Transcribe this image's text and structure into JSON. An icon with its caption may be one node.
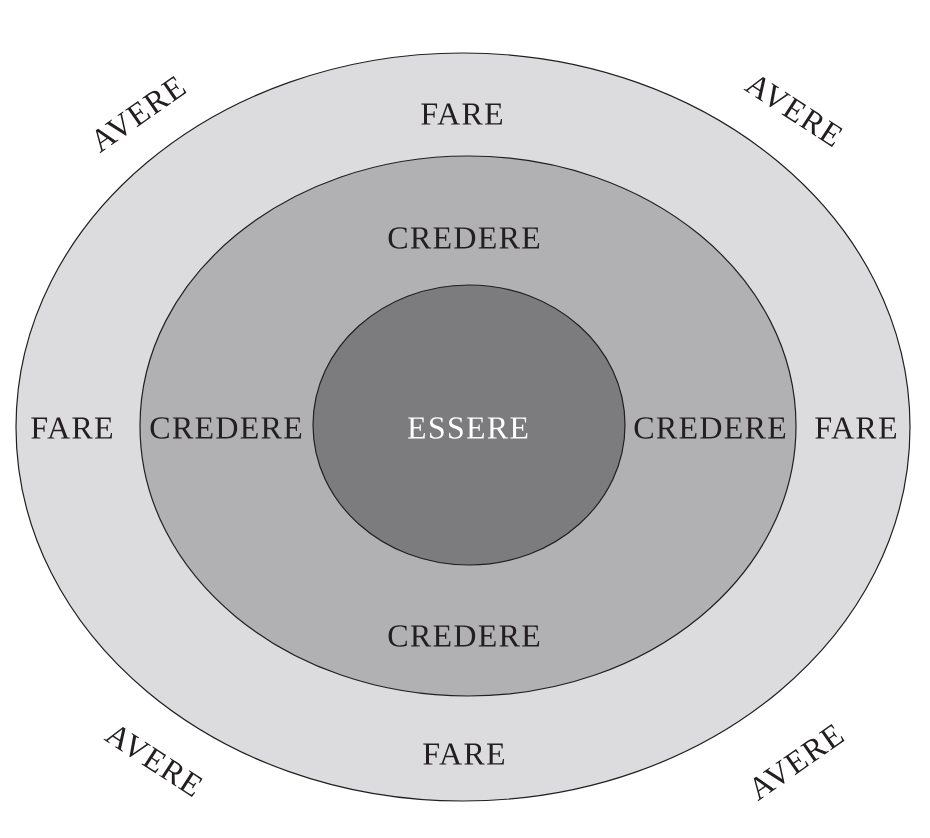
{
  "diagram": {
    "nodes": [
      {
        "text": [
          "FARE",
          "FARE",
          "FARE",
          "FARE"
        ]
      },
      {
        "text": [
          "CREDERE",
          "CREDERE",
          "CREDERE",
          "CREDERE"
        ],
        "in": 0
      },
      {
        "text": [
          "ESSERE"
        ],
        "in": 1
      }
    ],
    "labels": [
      "AVERE",
      "AVERE",
      "AVERE",
      "AVERE"
    ]
  }
}
